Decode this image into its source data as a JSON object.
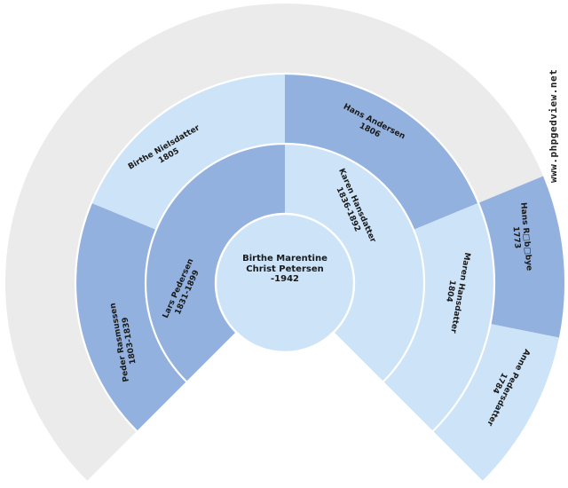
{
  "watermark": "www.phpgedview.net",
  "colors": {
    "male": "#92b1de",
    "female": "#cce3f8",
    "empty": "#ebebeb",
    "separator": "#ffffff",
    "text": "#1a1a1a",
    "background": "#ffffff",
    "watermark_text": "#222222"
  },
  "chart_data": {
    "type": "fan-pedigree-sunburst",
    "fan_degrees": 270,
    "generations_shown": 4,
    "legend_position": "none",
    "grid": false,
    "center": {
      "name": "Birthe Marentine Christ Petersen",
      "label_lines": [
        "Birthe Marentine",
        "Christ Petersen",
        "-1942"
      ],
      "years": "-1942",
      "sex": "F"
    },
    "rings": [
      {
        "generation": 2,
        "inner_radius": 78,
        "outer_radius": 157,
        "sectors": [
          {
            "id": "lars-pedersen",
            "name": "Lars Pedersen",
            "years": "1831-1899",
            "sex": "M",
            "start_deg": 90,
            "end_deg": 225,
            "label_deg": 184,
            "label_radius": 116,
            "label_rot": -66
          },
          {
            "id": "karen-hansdatter",
            "name": "Karen Hansdatter",
            "years": "1836-1892",
            "sex": "F",
            "start_deg": -45,
            "end_deg": 90,
            "label_deg": 48,
            "label_radius": 115,
            "label_rot": 66
          }
        ]
      },
      {
        "generation": 3,
        "inner_radius": 157,
        "outer_radius": 236,
        "sectors": [
          {
            "id": "peder-rasmussen",
            "name": "Peder Rasmussen",
            "years": "1803-1839",
            "sex": "M",
            "start_deg": 157.5,
            "end_deg": 225,
            "label_deg": 200,
            "label_radius": 193,
            "label_rot": -100
          },
          {
            "id": "birthe-nielsdatter",
            "name": "Birthe Nielsdatter",
            "years": "1805",
            "sex": "F",
            "start_deg": 90,
            "end_deg": 157.5,
            "label_deg": 132,
            "label_radius": 200,
            "label_rot": -30
          },
          {
            "id": "hans-andersen",
            "name": "Hans Andersen",
            "years": "1806",
            "sex": "M",
            "start_deg": 22.5,
            "end_deg": 90,
            "label_deg": 61,
            "label_radius": 203,
            "label_rot": 27
          },
          {
            "id": "maren-hansdatter",
            "name": "Maren Hansdatter",
            "years": "1804",
            "sex": "F",
            "start_deg": -45,
            "end_deg": 22.5,
            "label_deg": -3,
            "label_radius": 193,
            "label_rot": 100
          }
        ]
      },
      {
        "generation": 4,
        "inner_radius": 236,
        "outer_radius": 315,
        "sectors": [
          {
            "id": "empty-ancestors",
            "name": "",
            "years": "",
            "sex": "U",
            "start_deg": 22.5,
            "end_deg": 225
          },
          {
            "id": "hans-rbbye",
            "name": "Hans R□b□bye",
            "years": "1773",
            "sex": "M",
            "start_deg": -11.25,
            "end_deg": 22.5,
            "label_deg": 11,
            "label_radius": 272,
            "label_rot": 85
          },
          {
            "id": "anne-pedersdatter",
            "name": "Anne Pedersdatter",
            "years": "1784",
            "sex": "F",
            "start_deg": -45,
            "end_deg": -11.25,
            "label_deg": -25,
            "label_radius": 273,
            "label_rot": 117
          }
        ]
      }
    ]
  }
}
